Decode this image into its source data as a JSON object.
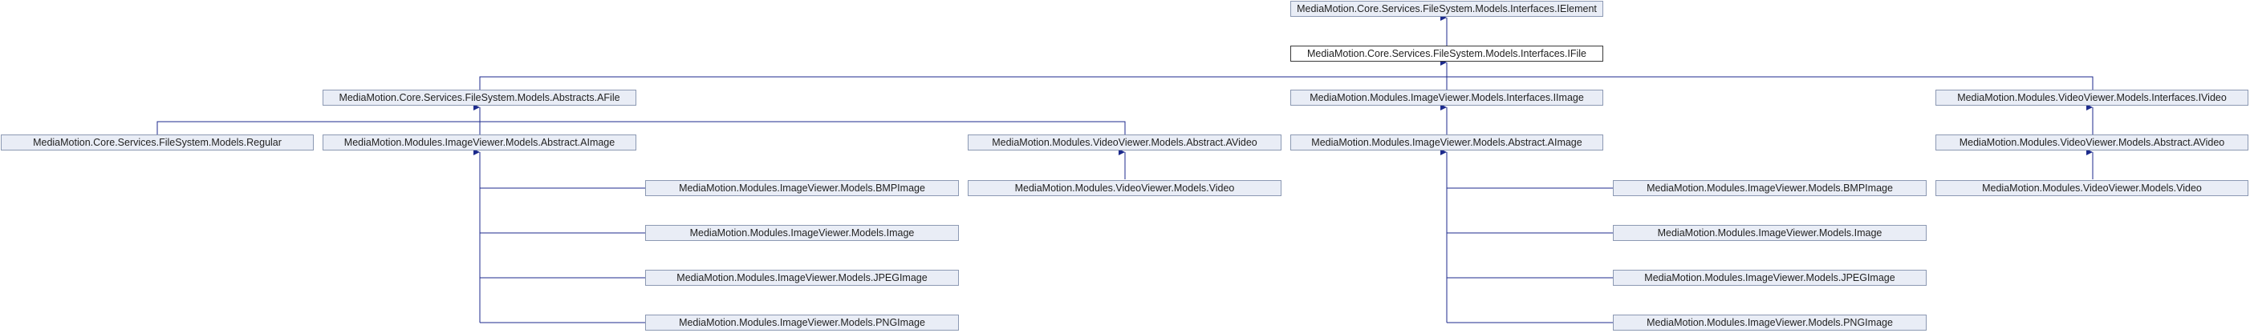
{
  "colors": {
    "edge": "#1c2a8c",
    "node_fill": "#e9edf6",
    "node_border": "#8c99b3",
    "current_border": "#3a3a3a"
  },
  "nodes": {
    "ielement": "MediaMotion.Core.Services.FileSystem.Models.Interfaces.IElement",
    "ifile": "MediaMotion.Core.Services.FileSystem.Models.Interfaces.IFile",
    "afile": "MediaMotion.Core.Services.FileSystem.Models.Abstracts.AFile",
    "iimage": "MediaMotion.Modules.ImageViewer.Models.Interfaces.IImage",
    "ivideo": "MediaMotion.Modules.VideoViewer.Models.Interfaces.IVideo",
    "regular": "MediaMotion.Core.Services.FileSystem.Models.Regular",
    "aimage_left": "MediaMotion.Modules.ImageViewer.Models.Abstract.AImage",
    "avideo_mid": "MediaMotion.Modules.VideoViewer.Models.Abstract.AVideo",
    "aimage_right": "MediaMotion.Modules.ImageViewer.Models.Abstract.AImage",
    "avideo_right": "MediaMotion.Modules.VideoViewer.Models.Abstract.AVideo",
    "bmp_left": "MediaMotion.Modules.ImageViewer.Models.BMPImage",
    "video_mid": "MediaMotion.Modules.VideoViewer.Models.Video",
    "bmp_right": "MediaMotion.Modules.ImageViewer.Models.BMPImage",
    "video_right": "MediaMotion.Modules.VideoViewer.Models.Video",
    "image_left": "MediaMotion.Modules.ImageViewer.Models.Image",
    "image_right": "MediaMotion.Modules.ImageViewer.Models.Image",
    "jpeg_left": "MediaMotion.Modules.ImageViewer.Models.JPEGImage",
    "jpeg_right": "MediaMotion.Modules.ImageViewer.Models.JPEGImage",
    "png_left": "MediaMotion.Modules.ImageViewer.Models.PNGImage",
    "png_right": "MediaMotion.Modules.ImageViewer.Models.PNGImage"
  }
}
